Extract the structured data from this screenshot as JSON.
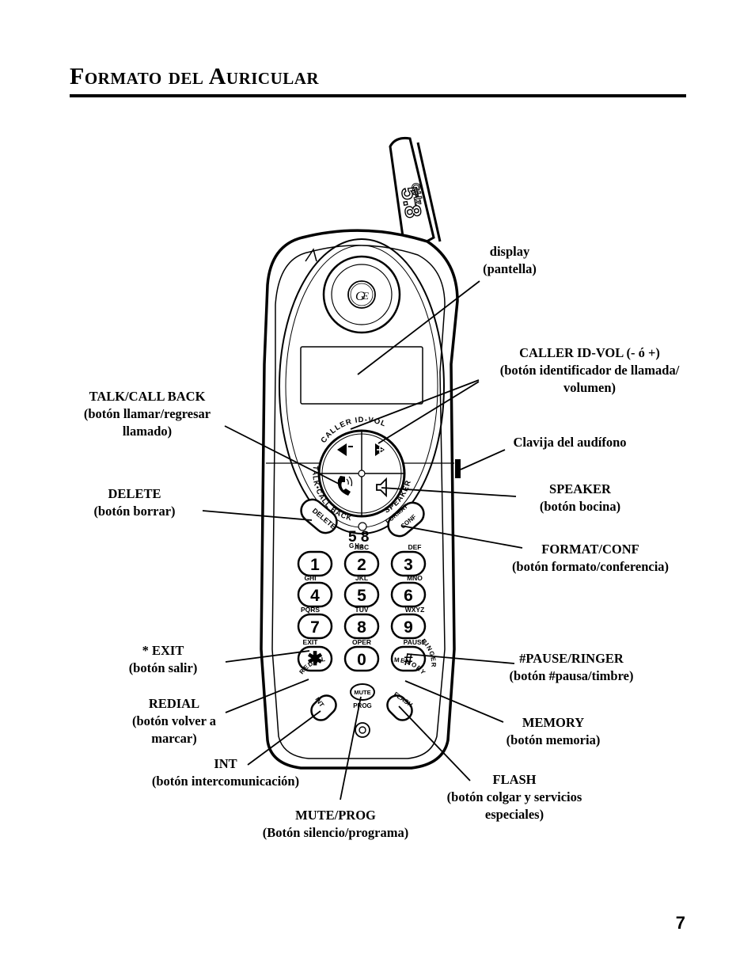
{
  "page": {
    "title": "Formato del Auricular",
    "number": "7"
  },
  "phone": {
    "antenna_label_top": "5.8",
    "antenna_label_bottom": "GHz",
    "brand_logo": "ge-logo",
    "caller_id_arc": "CALLER ID-VOL",
    "talk_arc": "TALK•CALL BACK",
    "speaker_arc": "SPEAKER",
    "format_arc": "FORMAT",
    "delete_label": "DELETE",
    "conf_label": "CONF",
    "ghz_big": "5 8",
    "ghz_small": "GHz",
    "redial_arc": "REDIAL",
    "memory_arc": "MEMORY",
    "ringer_arc": "RINGER",
    "int_label": "INT",
    "flash_label": "FLASH",
    "mute_label": "MUTE",
    "prog_label": "PROG",
    "keys": [
      {
        "digit": "1",
        "letters": ""
      },
      {
        "digit": "2",
        "letters": "ABC"
      },
      {
        "digit": "3",
        "letters": "DEF"
      },
      {
        "digit": "4",
        "letters": "GHI"
      },
      {
        "digit": "5",
        "letters": "JKL"
      },
      {
        "digit": "6",
        "letters": "MNO"
      },
      {
        "digit": "7",
        "letters": "PQRS"
      },
      {
        "digit": "8",
        "letters": "TUV"
      },
      {
        "digit": "9",
        "letters": "WXYZ"
      },
      {
        "digit": "✱",
        "letters": "EXIT"
      },
      {
        "digit": "0",
        "letters": "OPER"
      },
      {
        "digit": "#",
        "letters": "PAUSE"
      }
    ]
  },
  "callouts": {
    "display": {
      "name": "display",
      "desc": "(pantella)"
    },
    "caller_id": {
      "name": "CALLER ID-VOL (- ó +)",
      "desc1": "(botón identificador de llamada/",
      "desc2": "volumen)"
    },
    "talk": {
      "name": "TALK/CALL BACK",
      "desc1": "(botón llamar/regresar",
      "desc2": "llamado)"
    },
    "jack": {
      "name": "Clavija del audífono"
    },
    "delete": {
      "name": "DELETE",
      "desc": "(botón borrar)"
    },
    "speaker": {
      "name": "SPEAKER",
      "desc": "(botón bocina)"
    },
    "format": {
      "name": "FORMAT/CONF",
      "desc": "(botón formato/conferencia)"
    },
    "exit": {
      "name": "* EXIT",
      "desc": "(botón salir)"
    },
    "pause": {
      "name": "#PAUSE/RINGER",
      "desc": "(botón #pausa/timbre)"
    },
    "redial": {
      "name": "REDIAL",
      "desc1": "(botón volver a",
      "desc2": "marcar)"
    },
    "memory": {
      "name": "MEMORY",
      "desc": "(botón memoria)"
    },
    "int": {
      "name": "INT",
      "desc": "(botón intercomunicación)"
    },
    "flash": {
      "name": "FLASH",
      "desc1": "(botón colgar y servicios",
      "desc2": "especiales)"
    },
    "mute": {
      "name": "MUTE/PROG",
      "desc": "(Botón silencio/programa)"
    }
  }
}
